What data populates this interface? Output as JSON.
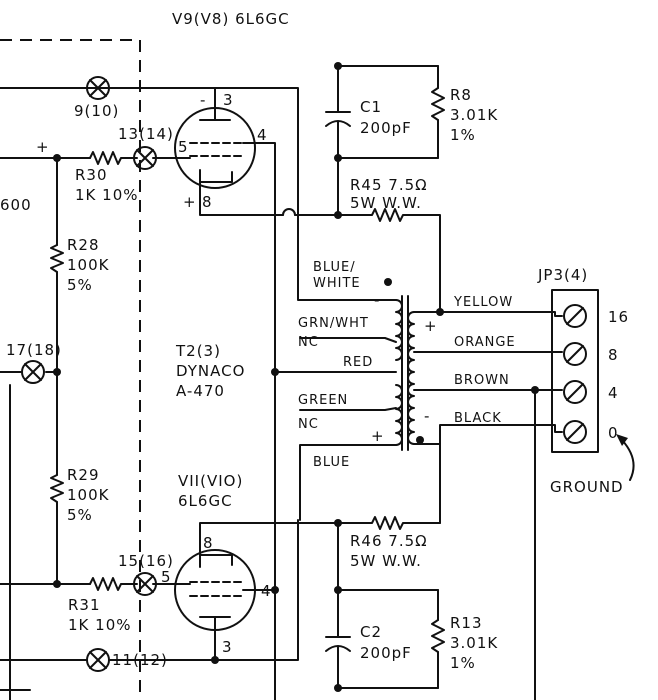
{
  "tubes": {
    "top": {
      "title": "V9(V8) 6L6GC",
      "pin_plate": "3",
      "pin_screen": "4",
      "pin_grid": "5",
      "pin_cathode": "8",
      "minus": "-",
      "plus": "+"
    },
    "bottom": {
      "title_line1": "VII(VIO)",
      "title_line2": "6L6GC",
      "pin_plate": "3",
      "pin_screen": "4",
      "pin_grid": "5",
      "pin_cathode": "8"
    }
  },
  "lamps": {
    "l1": "9(10)",
    "l2": "13(14)",
    "l3": "17(18)",
    "l4": "15(16)",
    "l5": "11(12)"
  },
  "resistors": {
    "r8": {
      "name": "R8",
      "value": "3.01K",
      "tol": "1%"
    },
    "r13": {
      "name": "R13",
      "value": "3.01K",
      "tol": "1%"
    },
    "r30": {
      "name": "R30",
      "value": "1K 10%"
    },
    "r31": {
      "name": "R31",
      "value": "1K 10%"
    },
    "r28": {
      "name": "R28",
      "value": "100K",
      "tol": "5%"
    },
    "r29": {
      "name": "R29",
      "value": "100K",
      "tol": "5%"
    },
    "r45": {
      "line1": "R45 7.5Ω",
      "line2": "5W W.W."
    },
    "r46": {
      "line1": "R46 7.5Ω",
      "line2": "5W W.W."
    }
  },
  "capacitors": {
    "c1": {
      "name": "C1",
      "value": "200pF"
    },
    "c2": {
      "name": "C2",
      "value": "200pF"
    }
  },
  "transformer": {
    "line1": "T2(3)",
    "line2": "DYNACO",
    "line3": "A-470",
    "leads": {
      "blue_white_1": "BLUE/",
      "blue_white_2": "WHITE",
      "grn_wht": "GRN/WHT",
      "nc1": "NC",
      "red": "RED",
      "green": "GREEN",
      "nc2": "NC",
      "blue": "BLUE",
      "yellow": "YELLOW",
      "orange": "ORANGE",
      "brown": "BROWN",
      "black": "BLACK"
    }
  },
  "connector": {
    "name": "JP3(4)",
    "pins": [
      "16",
      "8",
      "4",
      "0"
    ],
    "ground": "GROUND"
  },
  "misc": {
    "left_partial": "600",
    "plus": "+",
    "minus": "-"
  }
}
